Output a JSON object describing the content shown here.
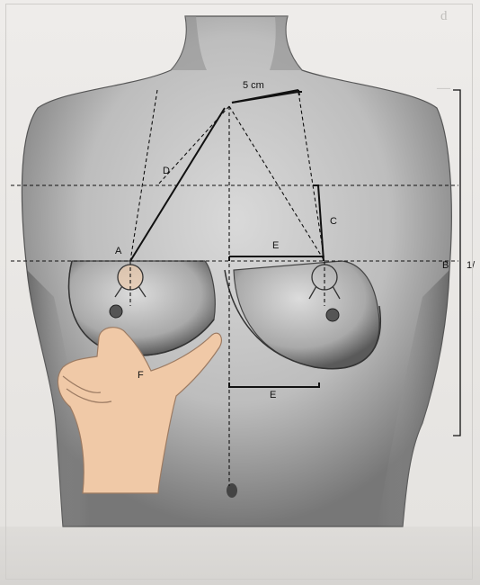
{
  "labels": {
    "five_cm": "5 cm",
    "A": "A",
    "B": "B",
    "C": "C",
    "D": "D",
    "E_top": "E",
    "E_bottom": "E",
    "F": "F",
    "ratio": "1/"
  },
  "colors": {
    "skin_light": "#cfcfcf",
    "skin_shadow": "#6f6f6f",
    "hand": "#f0c9a7",
    "line": "#111111"
  }
}
